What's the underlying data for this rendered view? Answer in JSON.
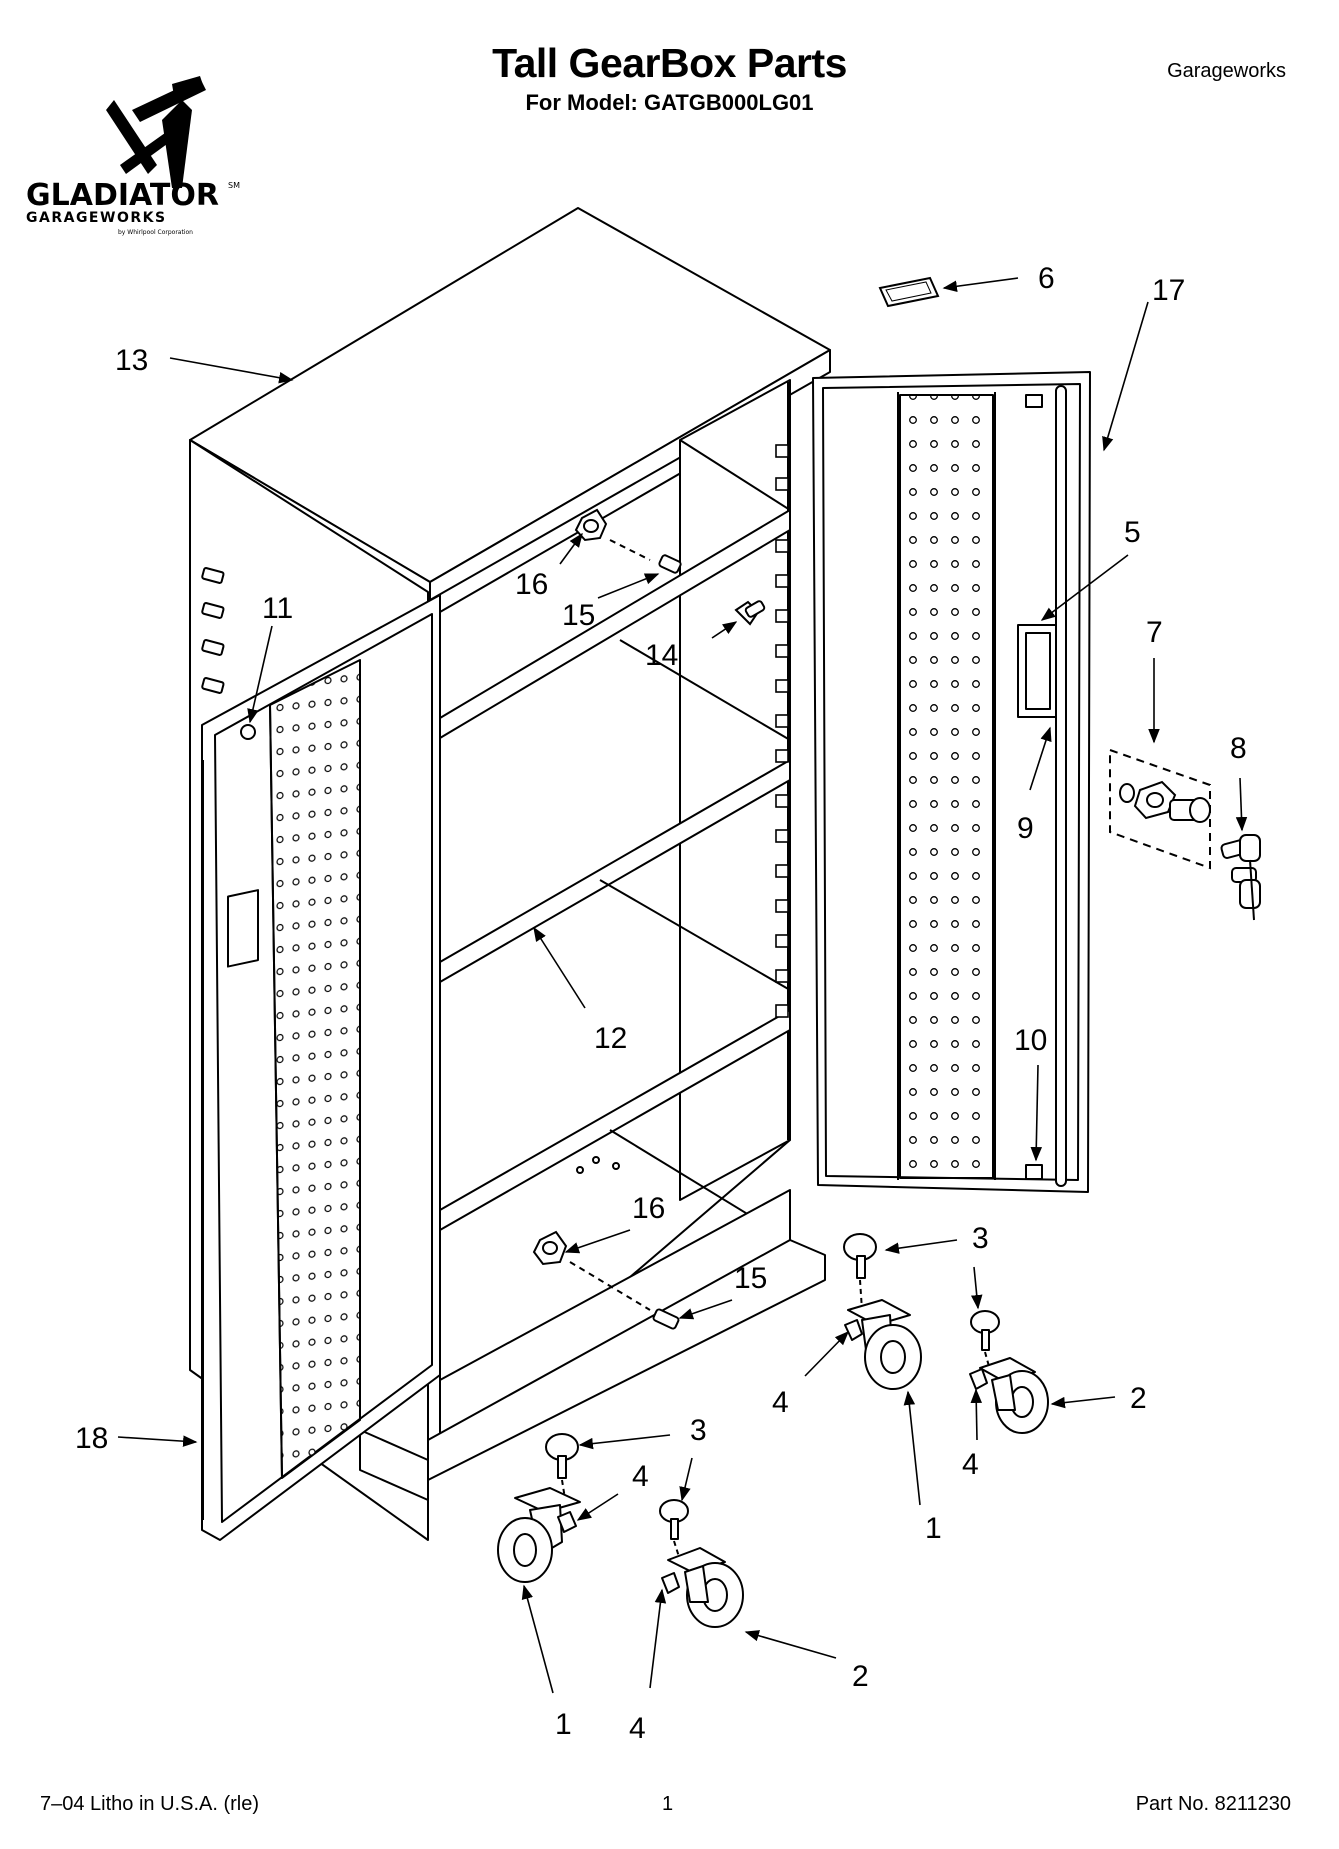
{
  "header": {
    "title": "Tall GearBox Parts",
    "subtitle": "For Model: GATGB000LG01",
    "brand": "Garageworks"
  },
  "logo": {
    "name": "GLADIATOR",
    "line2": "GARAGEWORKS",
    "line3": "by Whirlpool Corporation"
  },
  "footer": {
    "litho": "7–04 Litho in U.S.A. (rle)",
    "page": "1",
    "part_no": "Part No. 8211230"
  },
  "callouts": {
    "c1a": "1",
    "c1b": "1",
    "c2a": "2",
    "c2b": "2",
    "c3a": "3",
    "c3b": "3",
    "c4a": "4",
    "c4b": "4",
    "c4c": "4",
    "c4d": "4",
    "c5": "5",
    "c6": "6",
    "c7": "7",
    "c8": "8",
    "c9": "9",
    "c10": "10",
    "c11": "11",
    "c12": "12",
    "c13": "13",
    "c14": "14",
    "c15a": "15",
    "c15b": "15",
    "c16a": "16",
    "c16b": "16",
    "c17": "17",
    "c18": "18"
  }
}
